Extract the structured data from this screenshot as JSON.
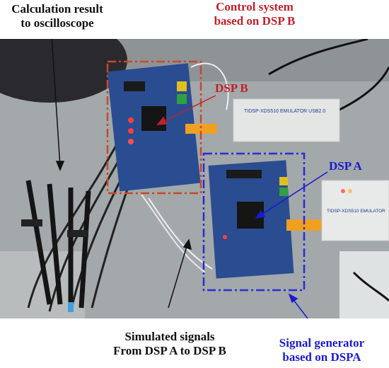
{
  "labels": {
    "calc_line1": "Calculation result",
    "calc_line2": "to oscilloscope",
    "control_line1": "Control system",
    "control_line2": "based on DSP B",
    "dsp_b": "DSP B",
    "dsp_a": "DSP A",
    "sim_line1": "Simulated signals",
    "sim_line2": "From DSP A to DSP B",
    "gen_line1": "Signal generator",
    "gen_line2": "based on DSPA"
  },
  "devices": {
    "emulator_b_text": "TIDSP-XDS510 EMULATOR USB2.0",
    "emulator_a_text": "TIDSP-XDS510 EMULATOR"
  },
  "colors": {
    "label_black": "#111111",
    "label_red": "#c0202a",
    "label_blue": "#1a1ad0",
    "box_red": "#c44a2a",
    "box_blue": "#2a2ad8",
    "pcb": "#2a4c90"
  }
}
